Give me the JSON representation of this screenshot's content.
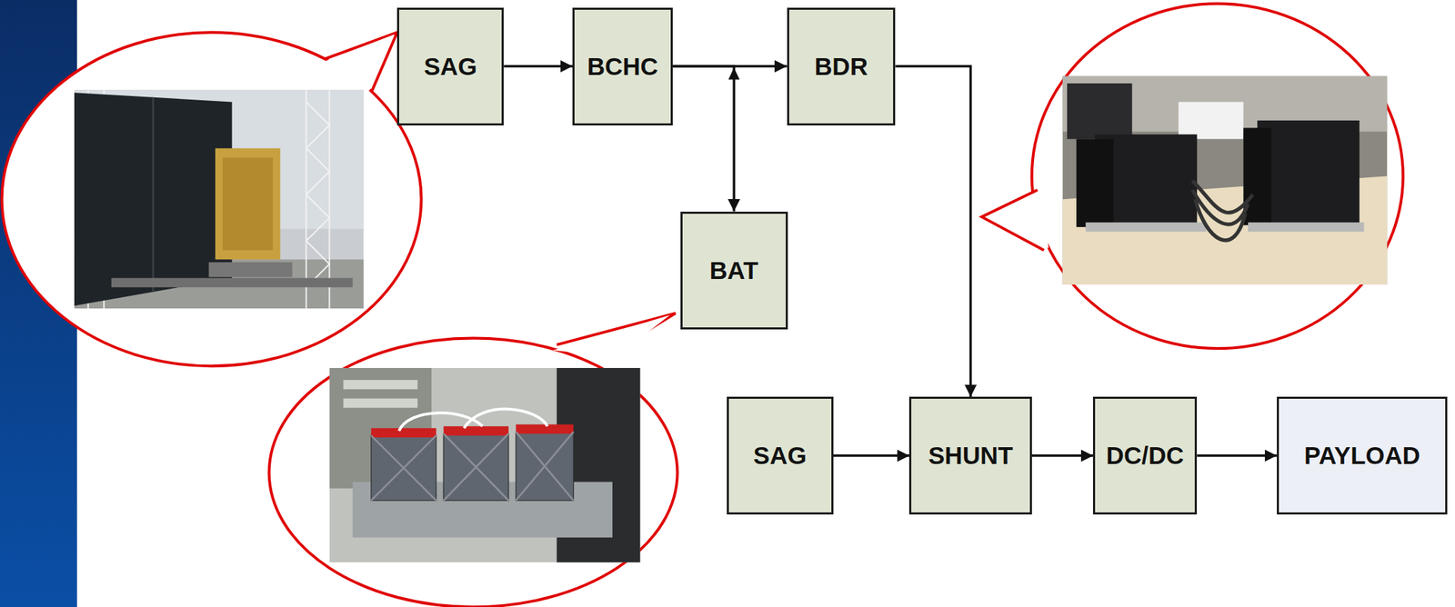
{
  "diagram": {
    "nodes": [
      {
        "text": [
          "SAG"
        ]
      },
      {
        "text": [
          "BCHC"
        ]
      },
      {
        "text": [
          "BDR"
        ]
      },
      {
        "text": [
          "BAT"
        ]
      },
      {
        "text": [
          "SAG"
        ]
      },
      {
        "text": [
          "SHUNT"
        ]
      },
      {
        "text": [
          "DC/DC"
        ]
      },
      {
        "text": [
          "PAYLOAD"
        ]
      }
    ],
    "edges": [
      {
        "from": 0,
        "to": 1,
        "arrow": "to"
      },
      {
        "from": 1,
        "to": 2,
        "arrow": "to"
      },
      {
        "from": 1,
        "to": 3,
        "arrow": "both"
      },
      {
        "from": 2,
        "to": 5,
        "arrow": "to"
      },
      {
        "from": 4,
        "to": 5,
        "arrow": "to"
      },
      {
        "from": 5,
        "to": 6,
        "arrow": "to"
      },
      {
        "from": 6,
        "to": 7,
        "arrow": "to"
      }
    ]
  }
}
